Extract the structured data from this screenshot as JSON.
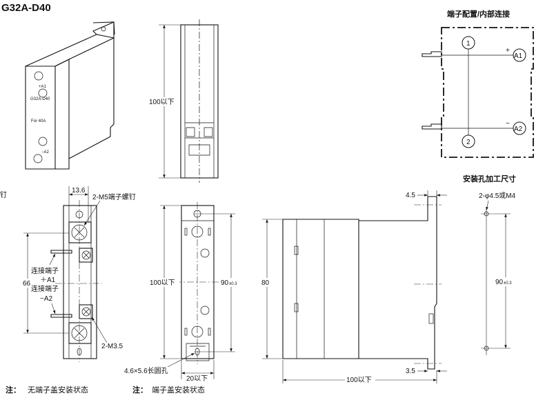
{
  "title": "G32A-D40",
  "cut_label": "钉",
  "product": {
    "face_model": "G32A-D40",
    "face_rating": "For 40A",
    "face_a1": "+A1",
    "face_a2": "−A2"
  },
  "top_view": {
    "height_label": "100以下"
  },
  "terminal_diagram": {
    "heading": "端子配置/内部连接",
    "terminals": [
      "1",
      "A1",
      "A2",
      "2"
    ],
    "plus": "+",
    "minus": "−"
  },
  "front_view_no_cover": {
    "width_label": "13.6",
    "screw_label": "2-M5端子螺钉",
    "conn_label_1": "连接端子",
    "conn_a1": "＋A1",
    "conn_label_2": "连接端子",
    "conn_a2": "−A2",
    "pitch_label": "66",
    "small_screw_label": "2-M3.5"
  },
  "front_view_cover": {
    "height_label": "100以下",
    "hole_pitch": "90",
    "hole_tol": "±0.3",
    "slot_label": "4.6×5.6长圆孔",
    "width_label": "20以下"
  },
  "side_view": {
    "top_offset": "4.5",
    "height": "80",
    "bottom_offset": "3.5",
    "depth_label": "100以下"
  },
  "mounting_holes": {
    "heading": "安装孔加工尺寸",
    "hole_label": "2-φ4.5或M4",
    "pitch": "90",
    "tol": "±0.3"
  },
  "notes": [
    {
      "prefix": "注：",
      "text": "无端子盖安装状态"
    },
    {
      "prefix": "注：",
      "text": "端子盖安装状态"
    }
  ]
}
